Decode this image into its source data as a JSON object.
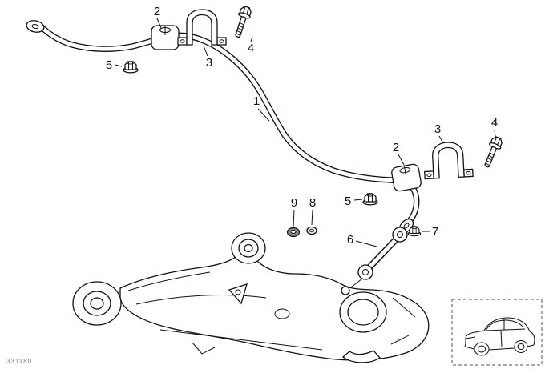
{
  "diagram": {
    "background_color": "#ffffff",
    "line_color": "#111111",
    "doc_number": "331180"
  },
  "labels": {
    "n1": "1",
    "n2": "2",
    "n3": "3",
    "n4": "4",
    "n5": "5",
    "n6": "6",
    "n7": "7",
    "n8": "8",
    "n9": "9"
  },
  "icons": {
    "vehicle_thumbnail": "car-rear-three-quarter-icon"
  }
}
